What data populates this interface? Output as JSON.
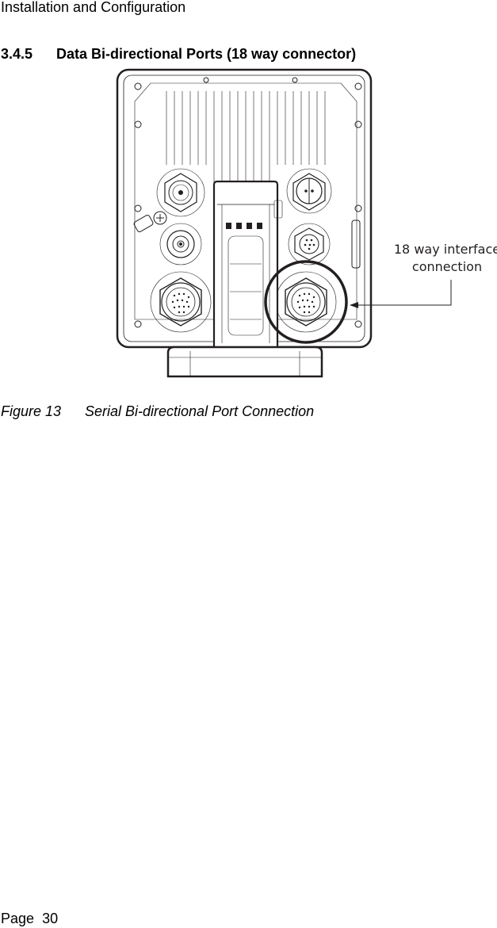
{
  "header": {
    "running_title": "Installation and Configuration"
  },
  "section": {
    "number": "3.4.5",
    "title": "Data Bi-directional Ports (18 way connector)"
  },
  "figure": {
    "callout_line1": "18 way interface",
    "callout_line2": "connection",
    "caption_number": "Figure 13",
    "caption_text": "Serial Bi-directional Port Connection"
  },
  "footer": {
    "page_label": "Page",
    "page_number": "30"
  }
}
